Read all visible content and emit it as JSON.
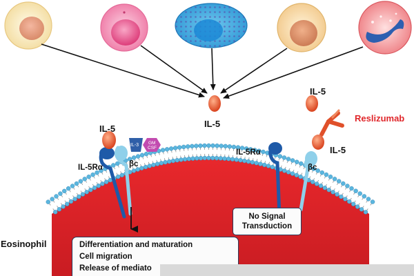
{
  "cytokine": {
    "label": "IL-5"
  },
  "left_receptor": {
    "ligand_label": "IL-5",
    "alpha_label": "IL-5Rα",
    "beta_label": "βc",
    "il3_label": "IL-3",
    "gmcsf_line1": "GM",
    "gmcsf_line2": "CSF"
  },
  "right_receptor": {
    "ligand_label_top": "IL-5",
    "ligand_label_bottom": "IL-5",
    "antibody_label": "Reslizumab",
    "alpha_label": "IL-5Rα",
    "beta_label": "βc"
  },
  "no_signal": {
    "line1": "No Signal",
    "line2": "Transduction"
  },
  "cell_label": "Eosinophil",
  "effects": [
    "Differentiation and maturation",
    "Cell migration",
    "Release of mediato"
  ],
  "colors": {
    "cell_body": "#e0262a",
    "membrane_head": "#5bb6de",
    "ligand": "#e8572a",
    "alpha_receptor": "#1e5aa8",
    "beta_receptor": "#8fd0ea",
    "antibody": "#e0502a",
    "antibody_label": "#e0262a",
    "il3": "#2f5fa8",
    "gmcsf": "#c24bb0"
  }
}
